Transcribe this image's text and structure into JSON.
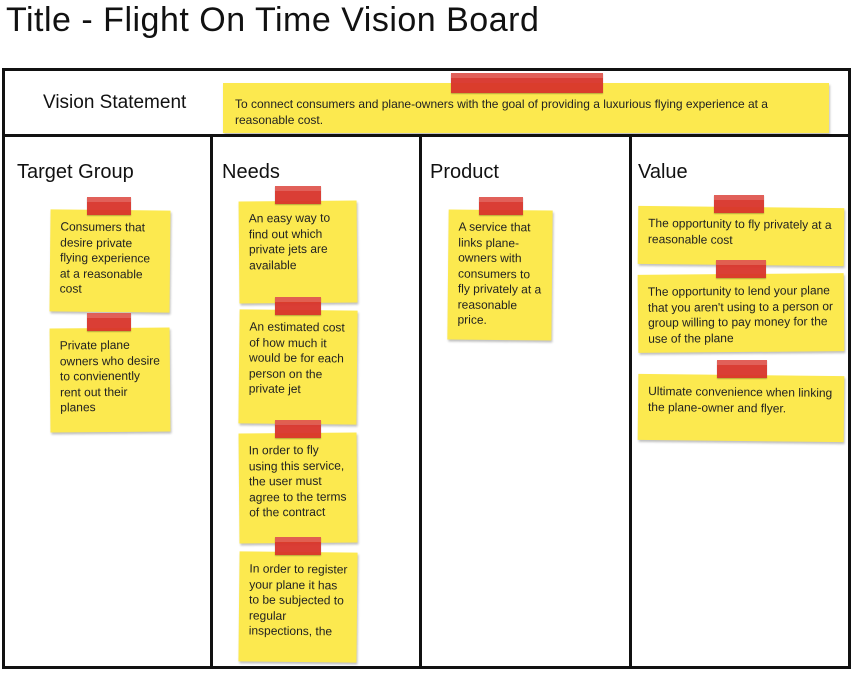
{
  "page": {
    "title": "Title - Flight On Time Vision Board"
  },
  "vision": {
    "label": "Vision Statement",
    "statement": "To connect consumers and plane-owners with the goal of providing a luxurious flying experience at a reasonable cost."
  },
  "columns": [
    {
      "heading": "Target Group",
      "notes": [
        "Consumers that desire private flying experience at a reasonable cost",
        "Private plane owners who desire to convienently rent out their planes"
      ]
    },
    {
      "heading": "Needs",
      "notes": [
        "An easy way to find out which private jets are available",
        "An estimated cost of how much it would be for each person on the private jet",
        "In order to fly using this service, the user must agree to the terms of the contract",
        "In order to register your plane it has to be subjected to regular inspections, the"
      ]
    },
    {
      "heading": "Product",
      "notes": [
        "A service that links plane-owners with consumers to fly privately at a reasonable price."
      ]
    },
    {
      "heading": "Value",
      "notes": [
        "The opportunity to fly privately at a reasonable cost",
        "The opportunity to lend your plane that you aren't using to a person or group willing to pay money for the use of the plane",
        "Ultimate convenience when linking the plane-owner and flyer."
      ]
    }
  ],
  "colors": {
    "sticky": "#fce94f",
    "tape": "#d9342b",
    "border": "#111111"
  }
}
